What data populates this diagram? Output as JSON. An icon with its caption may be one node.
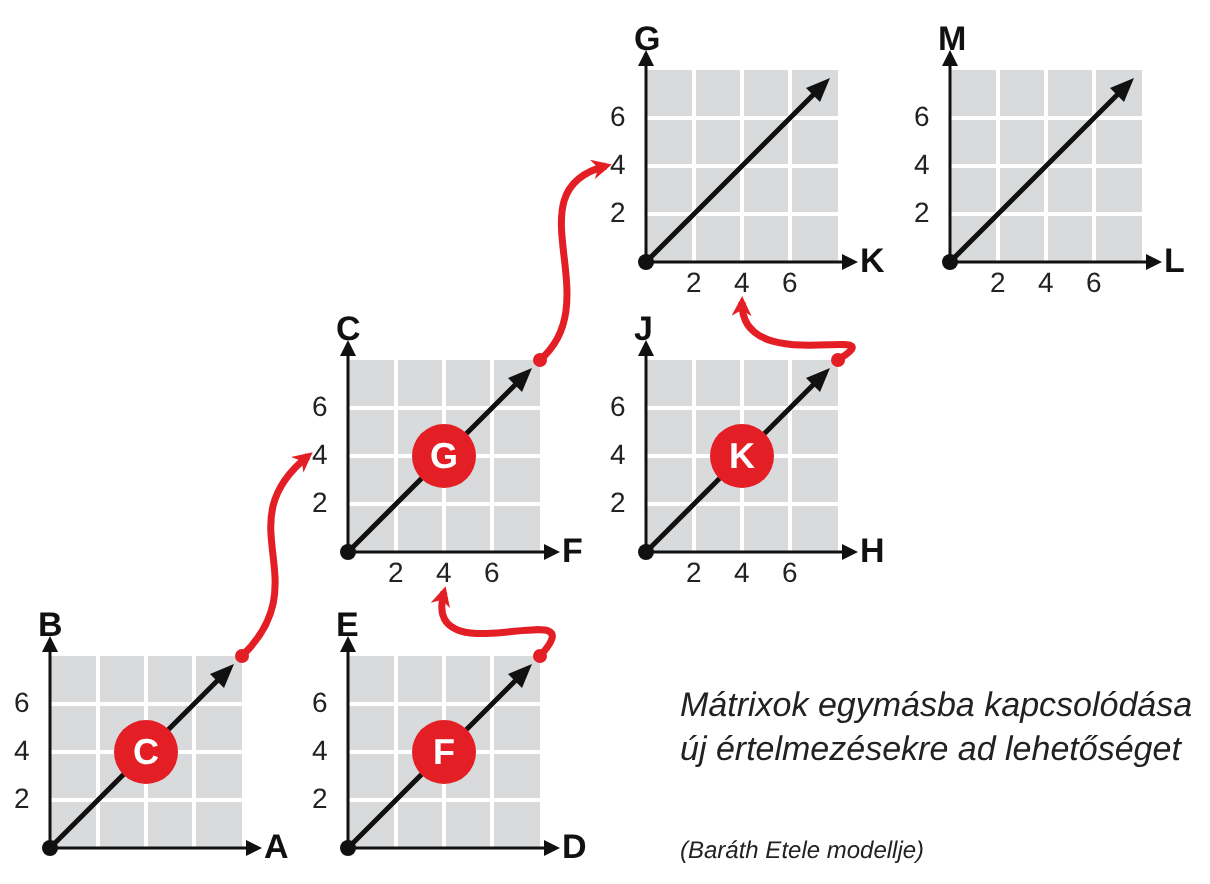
{
  "diagram": {
    "caption": "Mátrixok egymásba kapcsolódása új értelmezésekre ad lehetőséget",
    "nodes": [
      {
        "text": [
          "G",
          "K"
        ],
        "beside": [
          "6",
          "4",
          "2",
          "2",
          "4",
          "6"
        ]
      },
      {
        "text": [
          "M",
          "L"
        ],
        "beside": [
          "6",
          "4",
          "2",
          "2",
          "4",
          "6"
        ]
      },
      {
        "text": [
          "C",
          "F"
        ],
        "beside": [
          "6",
          "4",
          "2",
          "2",
          "4",
          "6"
        ]
      },
      {
        "text": [
          "G"
        ],
        "in": 2
      },
      {
        "text": [
          "J",
          "H"
        ],
        "beside": [
          "6",
          "4",
          "2",
          "2",
          "4",
          "6"
        ]
      },
      {
        "text": [
          "K"
        ],
        "in": 4
      },
      {
        "text": [
          "B",
          "A"
        ],
        "beside": [
          "6",
          "4",
          "2"
        ]
      },
      {
        "text": [
          "C"
        ],
        "in": 6
      },
      {
        "text": [
          "E",
          "D"
        ],
        "beside": [
          "6",
          "4",
          "2"
        ]
      },
      {
        "text": [
          "F"
        ],
        "in": 8
      }
    ],
    "edges": [
      {
        "from": 6,
        "to": 2,
        "arrow": "to"
      },
      {
        "from": 8,
        "to": 2,
        "arrow": "to"
      },
      {
        "from": 2,
        "to": 0,
        "arrow": "to"
      },
      {
        "from": 4,
        "to": 0,
        "arrow": "to"
      }
    ],
    "labels": [
      "(Baráth Etele modellje)"
    ]
  }
}
